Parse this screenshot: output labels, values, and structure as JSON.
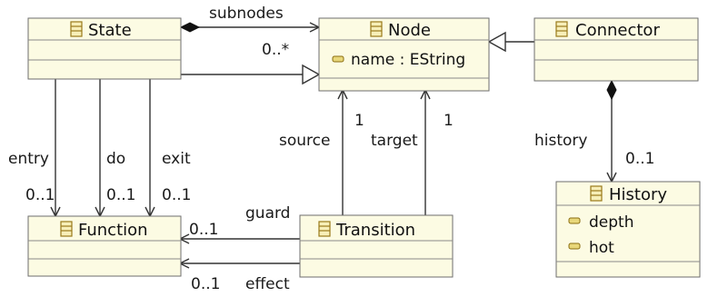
{
  "classes": {
    "state": {
      "name": "State"
    },
    "node": {
      "name": "Node",
      "attributes": [
        "name : EString"
      ]
    },
    "connector": {
      "name": "Connector"
    },
    "function": {
      "name": "Function"
    },
    "transition": {
      "name": "Transition"
    },
    "history": {
      "name": "History",
      "attributes": [
        "depth",
        "hot"
      ]
    }
  },
  "edges": {
    "subnodes": {
      "role": "subnodes",
      "multiplicity": "0..*"
    },
    "entry": {
      "role": "entry",
      "multiplicity": "0..1"
    },
    "do": {
      "role": "do",
      "multiplicity": "0..1"
    },
    "exit": {
      "role": "exit",
      "multiplicity": "0..1"
    },
    "source": {
      "role": "source",
      "multiplicity": "1"
    },
    "target": {
      "role": "target",
      "multiplicity": "1"
    },
    "history": {
      "role": "history",
      "multiplicity": "0..1"
    },
    "guard": {
      "role": "guard",
      "multiplicity": "0..1"
    },
    "effect": {
      "role": "effect",
      "multiplicity": "0..1"
    }
  },
  "colors": {
    "class_fill": "#fcfbe3",
    "class_border": "#6e6e6e",
    "icon": "#9a7a1a"
  }
}
